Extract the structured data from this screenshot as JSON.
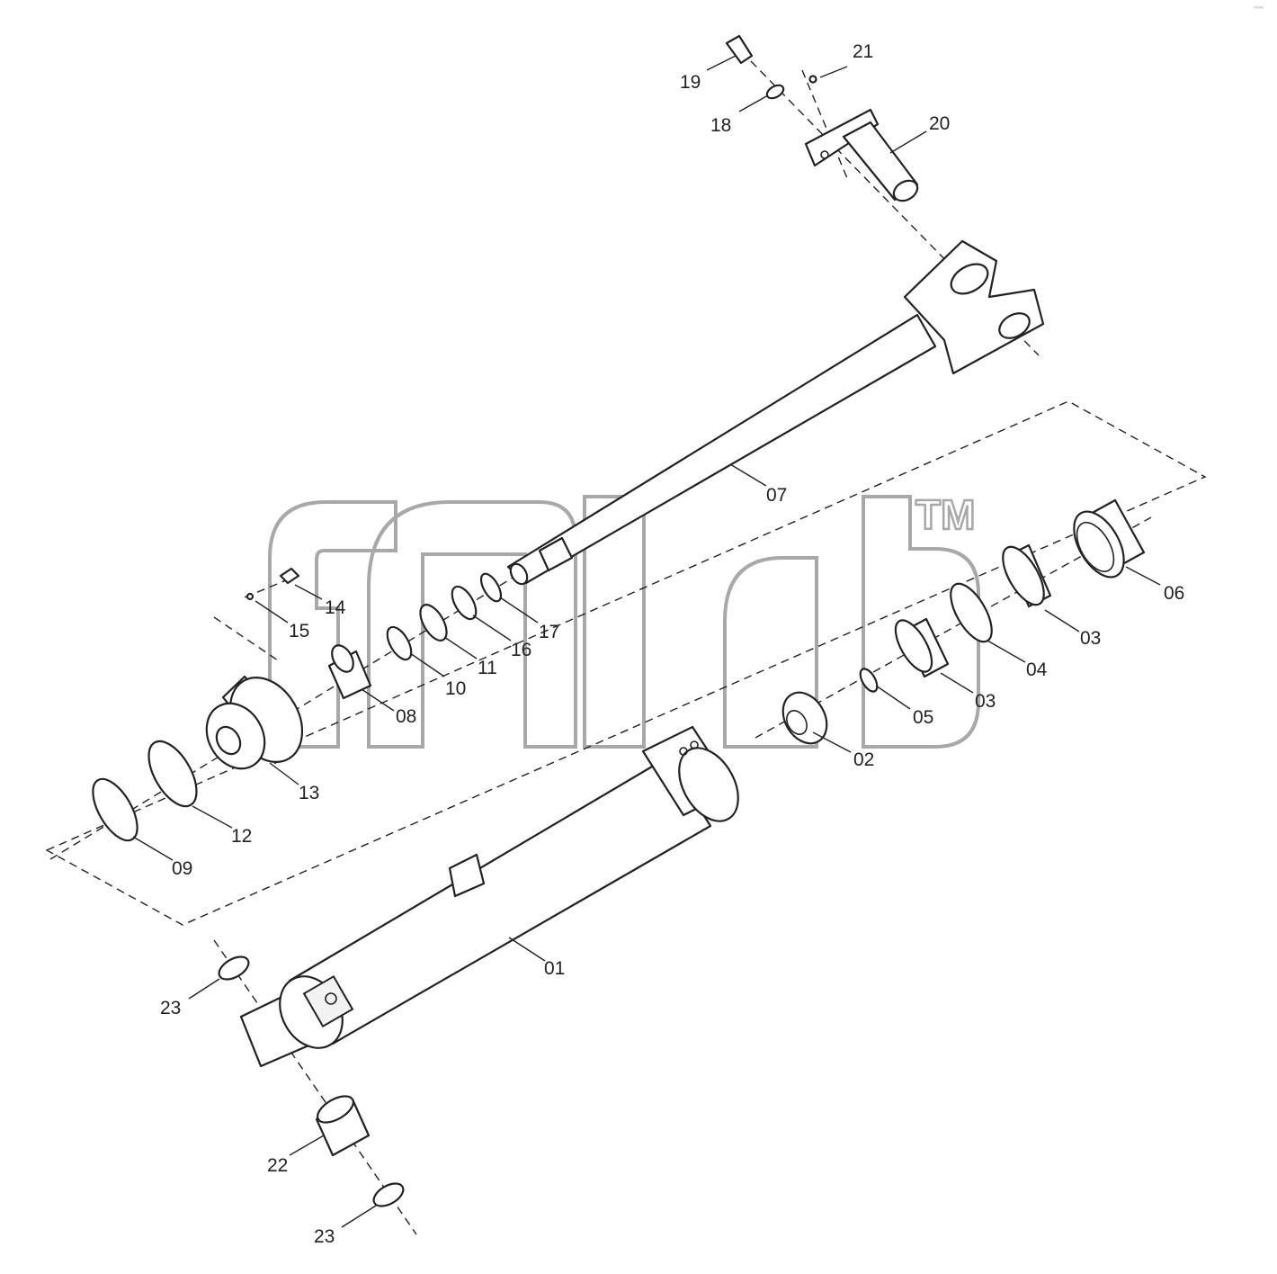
{
  "callouts": [
    "19",
    "21",
    "18",
    "20",
    "07",
    "14",
    "15",
    "17",
    "16",
    "11",
    "10",
    "08",
    "13",
    "12",
    "09",
    "06",
    "03",
    "04",
    "05",
    "02",
    "01",
    "22",
    "23"
  ],
  "watermark": {
    "trademark": "TM",
    "icon": "brand-logo-watermark"
  },
  "corner_mark": "⁰⁰⁰⁰"
}
